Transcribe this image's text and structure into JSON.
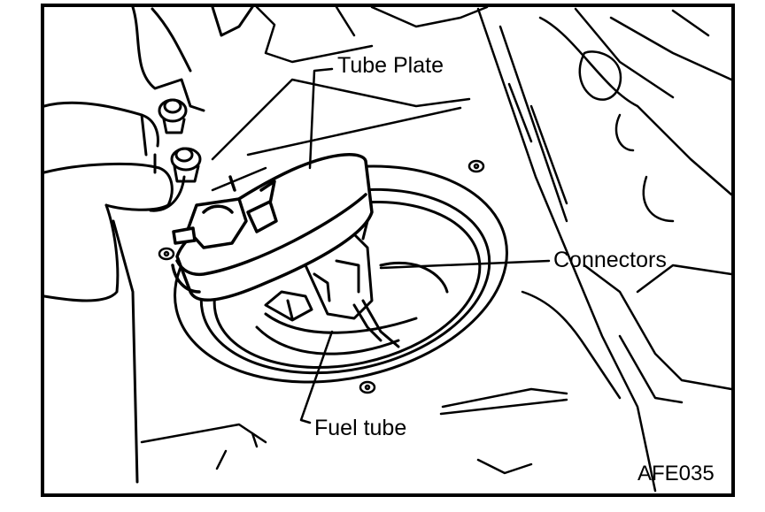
{
  "figure": {
    "labels": {
      "tube_plate": "Tube Plate",
      "connectors": "Connectors",
      "fuel_tube": "Fuel tube"
    },
    "figure_code": "AFE035"
  }
}
